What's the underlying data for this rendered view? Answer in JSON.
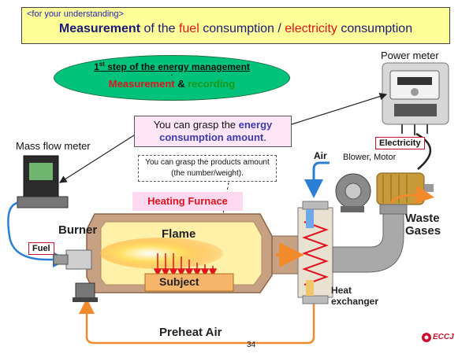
{
  "header": {
    "tag": "<for your understanding>",
    "title_part1": "Measurement",
    "title_part2": " of the ",
    "title_part3": "fuel",
    "title_part4": " consumption / ",
    "title_part5": "electricity",
    "title_part6": " consumption"
  },
  "step": {
    "num": "1",
    "sup": "st",
    "rest": " step of the energy management",
    "dash": "-",
    "measure": "Measurement",
    "amp": " & ",
    "record": "recording"
  },
  "grasp_energy": {
    "part1": "You can grasp the ",
    "part2": "energy consumption amount",
    "part3": "."
  },
  "grasp_products": "You can grasp the products amount (the number/weight).",
  "labels": {
    "power_meter": "Power meter",
    "mass_flow_meter": "Mass flow meter",
    "electricity": "Electricity",
    "air": "Air",
    "blower_motor": "Blower,  Motor",
    "heating_furnace": "Heating Furnace",
    "burner": "Burner",
    "flame": "Flame",
    "fuel": "Fuel",
    "subject": "Subject",
    "waste_gases_1": "Waste",
    "waste_gases_2": "Gases",
    "heat_exchanger_1": "Heat",
    "heat_exchanger_2": "exchanger",
    "preheat_air": "Preheat Air",
    "page_number": "34",
    "logo_text": "ECCJ"
  },
  "colors": {
    "title_blue": "#1a1a7a",
    "red": "#e0141e",
    "green": "#1a9a1a",
    "ellipse": "#00c27a",
    "furnace_fill": "#fff2a8",
    "furnace_wall": "#b98a6a",
    "arrow_blue": "#2a7fd4",
    "arrow_orange": "#f08a2a"
  }
}
